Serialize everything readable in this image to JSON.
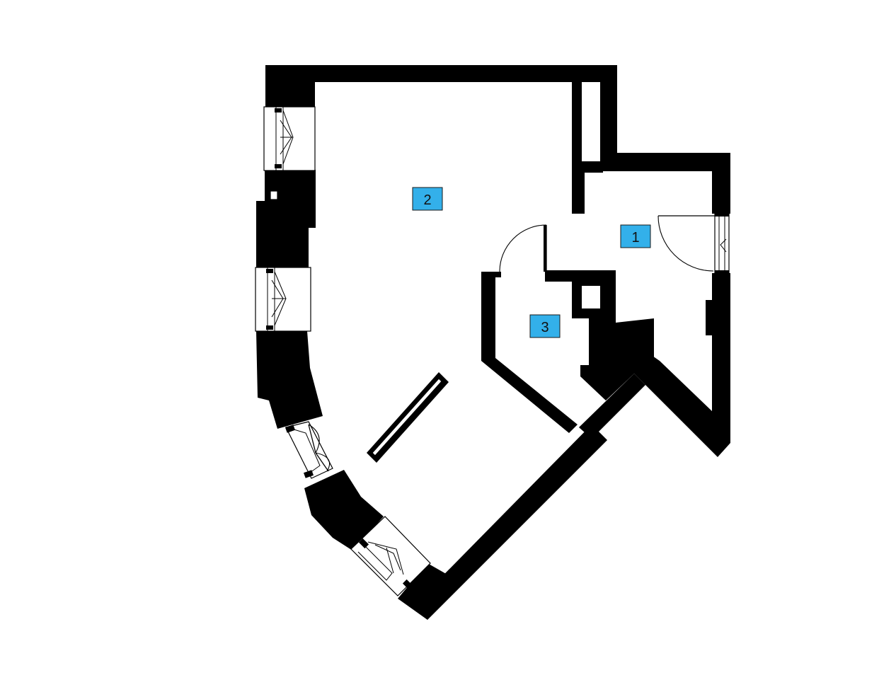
{
  "rooms": [
    {
      "label": "1"
    },
    {
      "label": "2"
    },
    {
      "label": "3"
    }
  ],
  "colors": {
    "badge": "#33b0ea",
    "wall": "#000000",
    "background": "#ffffff"
  }
}
